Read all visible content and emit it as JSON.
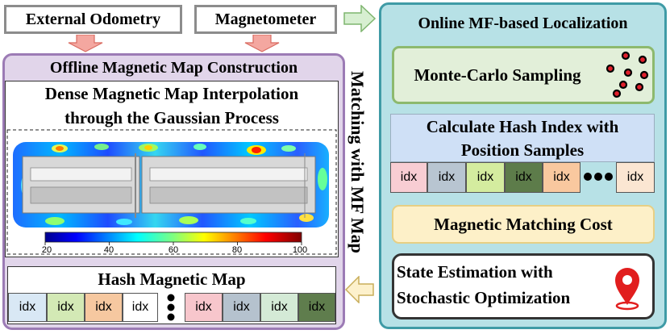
{
  "inputs": {
    "external_odometry": "External Odometry",
    "magnetometer": "Magnetometer"
  },
  "offline": {
    "title": "Offline Magnetic Map Construction",
    "dense_title_line1": "Dense Magnetic Map Interpolation",
    "dense_title_line2": "through the  Gaussian Process",
    "colorbar_ticks": [
      "20",
      "40",
      "60",
      "80",
      "100"
    ],
    "hash_map_title": "Hash Magnetic Map",
    "hash_cells": [
      {
        "label": "idx",
        "color": "#d9e8f5"
      },
      {
        "label": "idx",
        "color": "#d3e9b5"
      },
      {
        "label": "idx",
        "color": "#f6c8a0"
      },
      {
        "label": "idx",
        "color": "#ffffff"
      },
      {
        "label": "idx",
        "color": "#f7c6cc"
      },
      {
        "label": "idx",
        "color": "#b5c2ce"
      },
      {
        "label": "idx",
        "color": "#d4ead6"
      },
      {
        "label": "idx",
        "color": "#5f7d4d"
      }
    ]
  },
  "matching_label": "Matching with MF Map",
  "online": {
    "title": "Online MF-based Localization",
    "monte_carlo": "Monte-Carlo Sampling",
    "hash_index_line1": "Calculate Hash Index with",
    "hash_index_line2": "Position Samples",
    "hash_cells": [
      {
        "label": "idx",
        "color": "#f8cdd3"
      },
      {
        "label": "idx",
        "color": "#b8c5d1"
      },
      {
        "label": "idx",
        "color": "#d4ec9f"
      },
      {
        "label": "idx",
        "color": "#5d7c4a"
      },
      {
        "label": "idx",
        "color": "#f9c89f"
      },
      {
        "label": "idx",
        "color": "#fbe6d2"
      }
    ],
    "matching_cost": "Magnetic Matching Cost",
    "state_line1": "State Estimation with",
    "state_line2": "Stochastic Optimization"
  },
  "colors": {
    "offline_bg": "#e1d5ea",
    "offline_border": "#9c7bb5",
    "online_bg": "#b7e1e6",
    "online_border": "#3f9ba6",
    "monte_bg": "#e2efd9",
    "monte_border": "#8db96e",
    "hash_index_bg": "#cfe0f6",
    "matching_cost_bg": "#fdf0c8",
    "arrow_red_fill": "#f4a7a0",
    "arrow_green_fill": "#d7efd1",
    "arrow_yellow_fill": "#fdf1cc"
  },
  "icons": [
    "particles-icon",
    "location-pin-icon",
    "ellipsis-dots-icon"
  ]
}
